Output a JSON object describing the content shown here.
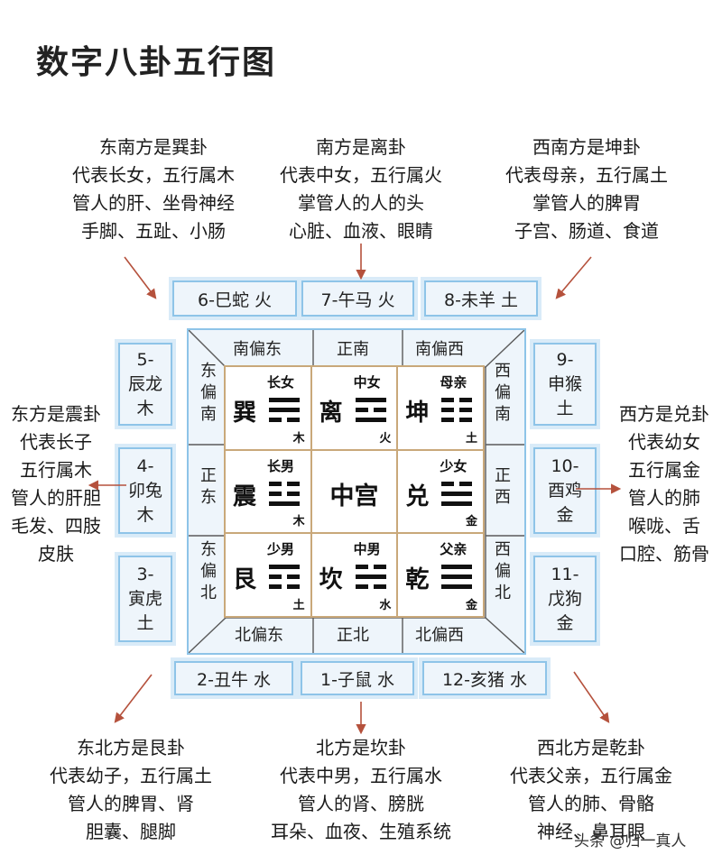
{
  "title": "数字八卦五行图",
  "notes": {
    "se": [
      "东南方是巽卦",
      "代表长女，五行属木",
      "管人的肝、坐骨神经",
      "手脚、五趾、小肠"
    ],
    "s": [
      "南方是离卦",
      "代表中女，五行属火",
      "掌管人的人的头",
      "心脏、血液、眼睛"
    ],
    "sw": [
      "西南方是坤卦",
      "代表母亲，五行属土",
      "掌管人的脾胃",
      "子宫、肠道、食道"
    ],
    "e": [
      "东方是震卦",
      "代表长子",
      "五行属木",
      "管人的肝胆",
      "毛发、四肢",
      "皮肤"
    ],
    "w": [
      "西方是兑卦",
      "代表幼女",
      "五行属金",
      "管人的肺",
      "喉咙、舌",
      "口腔、筋骨"
    ],
    "ne": [
      "东北方是艮卦",
      "代表幼子，五行属土",
      "管人的脾胃、肾",
      "胆囊、腿脚"
    ],
    "n": [
      "北方是坎卦",
      "代表中男，五行属水",
      "管人的肾、膀胱",
      "耳朵、血夜、生殖系统"
    ],
    "nw": [
      "西北方是乾卦",
      "代表父亲，五行属金",
      "管人的肺、骨骼",
      "神经、鼻耳眼"
    ]
  },
  "zodiac": {
    "top": [
      "6-巳蛇 火",
      "7-午马 火",
      "8-未羊 土"
    ],
    "bottom": [
      "2-丑牛 水",
      "1-子鼠 水",
      "12-亥猪 水"
    ],
    "left": [
      [
        "5-",
        "辰龙",
        "木"
      ],
      [
        "4-",
        "卯兔",
        "木"
      ],
      [
        "3-",
        "寅虎",
        "土"
      ]
    ],
    "right": [
      [
        "9-",
        "申猴",
        "土"
      ],
      [
        "10-",
        "酉鸡",
        "金"
      ],
      [
        "11-",
        "戊狗",
        "金"
      ]
    ]
  },
  "directions": {
    "top": [
      "南偏东",
      "正南",
      "南偏西"
    ],
    "bottom": [
      "北偏东",
      "正北",
      "北偏西"
    ],
    "left": [
      [
        "东",
        "偏",
        "南"
      ],
      [
        "正",
        "东"
      ],
      [
        "东",
        "偏",
        "北"
      ]
    ],
    "right": [
      [
        "西",
        "偏",
        "南"
      ],
      [
        "正",
        "西"
      ],
      [
        "西",
        "偏",
        "北"
      ]
    ]
  },
  "grid": [
    {
      "name": "巽",
      "role": "长女",
      "element": "木",
      "lines": [
        1,
        1,
        0
      ]
    },
    {
      "name": "离",
      "role": "中女",
      "element": "火",
      "lines": [
        1,
        0,
        1
      ]
    },
    {
      "name": "坤",
      "role": "母亲",
      "element": "土",
      "lines": [
        0,
        0,
        0
      ]
    },
    {
      "name": "震",
      "role": "长男",
      "element": "木",
      "lines": [
        0,
        0,
        1
      ]
    },
    {
      "name": "中宫",
      "role": "",
      "element": "",
      "lines": null
    },
    {
      "name": "兑",
      "role": "少女",
      "element": "金",
      "lines": [
        0,
        1,
        1
      ]
    },
    {
      "name": "艮",
      "role": "少男",
      "element": "土",
      "lines": [
        1,
        0,
        0
      ]
    },
    {
      "name": "坎",
      "role": "中男",
      "element": "水",
      "lines": [
        0,
        1,
        0
      ]
    },
    {
      "name": "乾",
      "role": "父亲",
      "element": "金",
      "lines": [
        1,
        1,
        1
      ]
    }
  ],
  "watermark": "头条 @归一真人",
  "colors": {
    "box_border": "#8ec4e8",
    "arrow": "#b5513c",
    "inner_border": "#c9a87a"
  }
}
